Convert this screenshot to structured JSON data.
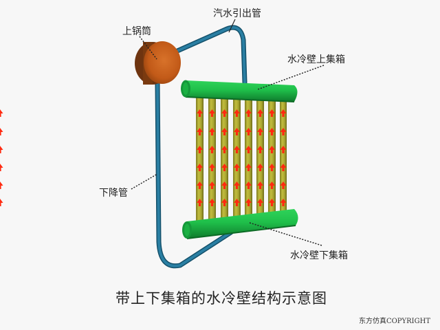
{
  "diagram": {
    "title": "带上下集箱的水冷壁结构示意图",
    "copyright": "东方仿真COPYRIGHT",
    "labels": {
      "upper_drum": "上锅筒",
      "steam_water_outlet_pipe": "汽水引出管",
      "upper_header": "水冷壁上集箱",
      "downcomer": "下降管",
      "lower_header": "水冷壁下集箱"
    },
    "components": {
      "riser_tube_count": 8,
      "flow_direction": "up"
    },
    "colors": {
      "background": "#f7f7f7",
      "drum": "#c8601a",
      "drum_dark": "#7a3a10",
      "pipe": "#1f6a8a",
      "header": "#1fbf4a",
      "header_dark": "#138a34",
      "tube": "#a9a530",
      "arrow": "#ff2a10"
    }
  }
}
